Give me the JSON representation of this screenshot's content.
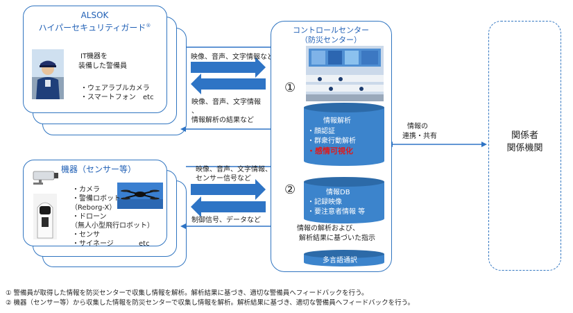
{
  "colors": {
    "border_blue": "#2f74c0",
    "title_blue": "#1f5fb5",
    "cylinder_blue": "#3c84cc",
    "cylinder_dark": "#2c6aa8",
    "arrow_blue": "#2e74c5",
    "highlight_red": "#e11919",
    "dashed_border": "#2f74c0"
  },
  "guard_card": {
    "title_line1": "ALSOK",
    "title_line2": "ハイパーセキュリティガード",
    "title_mark": "®",
    "desc_line1": "IT機器を",
    "desc_line2": "装備した警備員",
    "item1": "・ウェアラブルカメラ",
    "item2": "・スマートフォン",
    "item2_etc": "etc",
    "photo_icon": "security-guard-photo"
  },
  "device_card": {
    "title": "機器（センサー等）",
    "items": [
      "・カメラ",
      "・警備ロボット",
      "（Reborg-X）",
      "・ドローン",
      "（無人小型飛行ロボット）",
      "・センサ",
      "・サイネージ"
    ],
    "etc": "etc",
    "camera_icon": "security-camera-icon",
    "drone_icon": "drone-photo",
    "robot_icon": "security-robot-photo"
  },
  "flows": {
    "top_out": "映像、音声、文字情報など",
    "top_in_line1": "映像、音声、文字情報",
    "top_in_line2": "、",
    "top_in_line3": "情報解析の結果など",
    "bottom_out_line1": "映像、音声、文字情報、",
    "bottom_out_line2": "センサー信号など",
    "bottom_in": "制御信号、データなど",
    "marker1": "①",
    "marker2": "②"
  },
  "control_center": {
    "title_line1": "コントロールセンター",
    "title_line2": "（防災センター）",
    "photo_icon": "control-room-photo",
    "analysis": {
      "title": "情報解析",
      "item1": "・顔認証",
      "item2": "・群衆行動解析",
      "item3": "・感情可視化"
    },
    "db": {
      "title": "情報DB",
      "item1": "・記録映像",
      "item2": "・要注意者情報 等"
    },
    "instruction_line1": "情報の解析および、",
    "instruction_line2": "解析結果に基づいた指示",
    "multilang": "多言語通訳"
  },
  "share": {
    "line1": "情報の",
    "line2": "連携・共有"
  },
  "stakeholders": {
    "line1": "関係者",
    "line2": "関係機関"
  },
  "footnotes": {
    "note1": "①  警備員が取得した情報を防災センターで収集し情報を解析。解析結果に基づき、適切な警備員へフィードバックを行う。",
    "note2": "②  機器（センサー等）から収集した情報を防災センターで収集し情報を解析。解析結果に基づき、適切な警備員へフィードバックを行う。"
  }
}
